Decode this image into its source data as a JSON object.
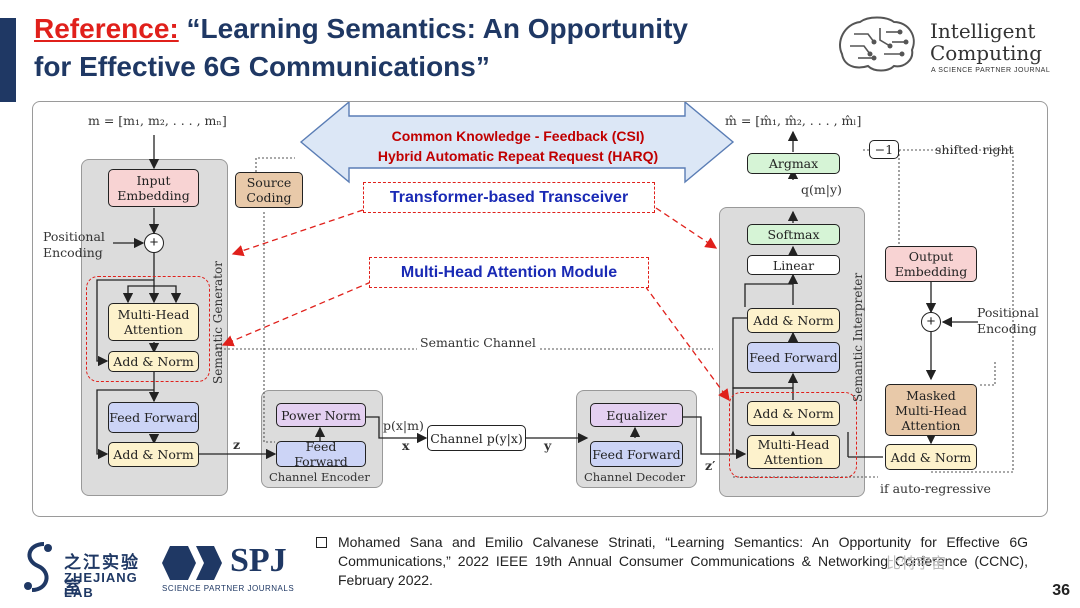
{
  "header": {
    "reference_label": "Reference:",
    "title_line1": "“Learning Semantics: An Opportunity",
    "title_line2": "for Effective 6G Communications”"
  },
  "logo": {
    "line1": "Intelligent",
    "line2": "Computing",
    "tagline": "A SCIENCE PARTNER JOURNAL"
  },
  "diagram": {
    "input_label": "m = [m₁, m₂, . . . , mₙ]",
    "output_label": "m̂ = [m̂₁, m̂₂, . . . , m̂ₗ]",
    "banner_line1": "Common Knowledge - Feedback (CSI)",
    "banner_line2": "Hybrid Automatic Repeat Request (HARQ)",
    "callout_transformer": "Transformer-based Transceiver",
    "callout_mha": "Multi-Head Attention Module",
    "generator": {
      "input_embedding": "Input Embedding",
      "positional_encoding": "Positional Encoding",
      "multi_head_attention": "Multi-Head Attention",
      "add_norm_1": "Add & Norm",
      "feed_forward": "Feed Forward",
      "add_norm_2": "Add & Norm",
      "group_label": "Semantic Generator"
    },
    "source_coding": "Source Coding",
    "semantic_channel": "Semantic Channel",
    "z_label": "z",
    "encoder": {
      "power_norm": "Power Norm",
      "feed_forward": "Feed Forward",
      "group_label": "Channel Encoder"
    },
    "channel": {
      "px_label": "p(x|m)",
      "x_label": "x",
      "box": "Channel p(y|x)",
      "y_label": "y"
    },
    "decoder": {
      "equalizer": "Equalizer",
      "feed_forward": "Feed Forward",
      "group_label": "Channel Decoder"
    },
    "z_prime": "z′",
    "interpreter": {
      "argmax": "Argmax",
      "q_label": "q(m|y)",
      "softmax": "Softmax",
      "linear": "Linear",
      "add_norm_top": "Add & Norm",
      "feed_forward": "Feed Forward",
      "add_norm_mid": "Add & Norm",
      "multi_head_attention": "Multi-Head Attention",
      "group_label": "Semantic Interpreter"
    },
    "minus_one": "−1",
    "shifted_right": "shifted right",
    "output_embedding": "Output Embedding",
    "positional_encoding_right": "Positional Encoding",
    "masked_mha": "Masked Multi-Head Attention",
    "add_norm_right": "Add & Norm",
    "if_autoregressive": "if auto-regressive"
  },
  "citation": "Mohamed Sana and Emilio Calvanese Strinati, “Learning Semantics: An Opportunity for Effective 6G Communications,” 2022 IEEE 19th Annual Consumer Communications & Networking Conference (CCNC), February 2022.",
  "footer": {
    "zhejiang_cn": "之江实验室",
    "zhejiang_en": "ZHEJIANG LAB",
    "spj": "SPJ",
    "spj_sub": "SCIENCE PARTNER JOURNALS",
    "page_number": "36",
    "watermark": "比特宇宙"
  },
  "colors": {
    "title_blue": "#1f3864",
    "reference_red": "#e0201b",
    "callout_blue": "#1a2ab5",
    "banner_red": "#c00000"
  }
}
